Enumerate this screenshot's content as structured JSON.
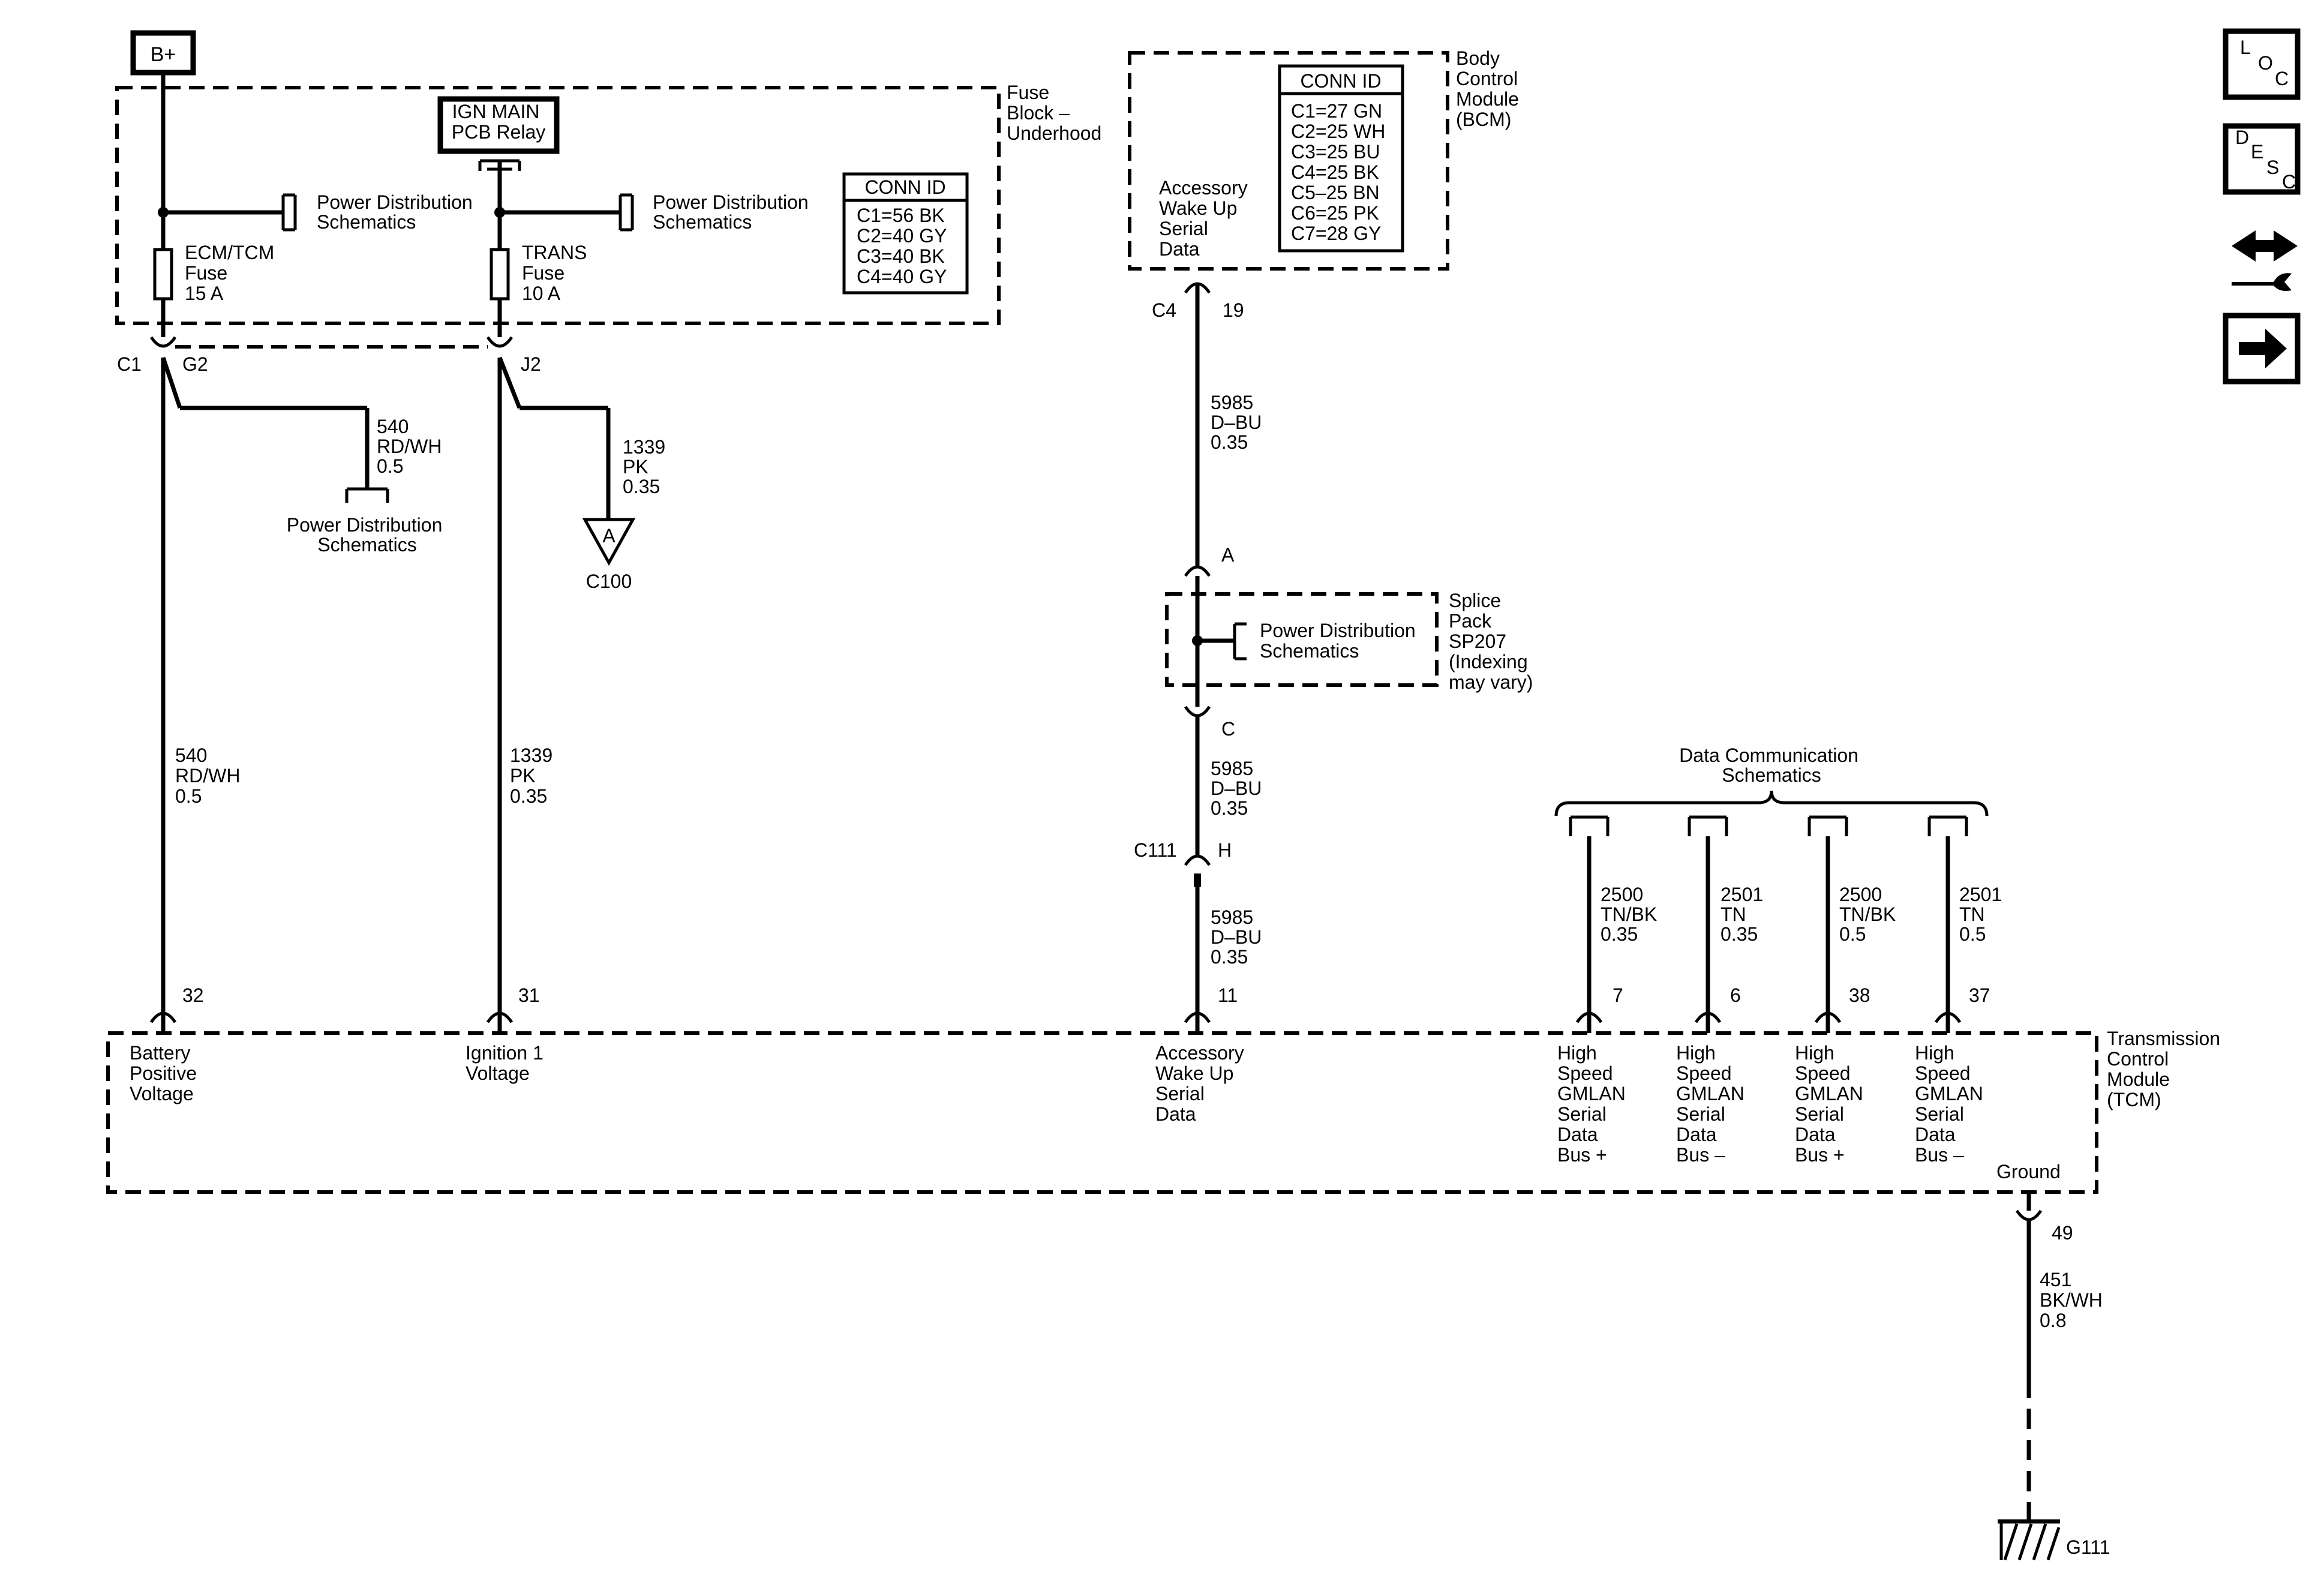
{
  "battery": {
    "label": "B+"
  },
  "fuse_block": {
    "label_lines": [
      "Fuse",
      "Block –",
      "Underhood"
    ],
    "relay_lines": [
      "IGN MAIN",
      "PCB Relay"
    ],
    "pd_left_lines": [
      "Power Distribution",
      "Schematics"
    ],
    "pd_right_lines": [
      "Power Distribution",
      "Schematics"
    ],
    "fuse1_lines": [
      "ECM/TCM",
      "Fuse",
      "15 A"
    ],
    "fuse2_lines": [
      "TRANS",
      "Fuse",
      "10 A"
    ],
    "conn_title": "CONN ID",
    "conn_lines": [
      "C1=56 BK",
      "C2=40 GY",
      "C3=40 BK",
      "C4=40 GY"
    ],
    "pin_c1": "C1",
    "pin_g2": "G2",
    "pin_j2": "J2"
  },
  "bcm": {
    "label_lines": [
      "Body",
      "Control",
      "Module",
      "(BCM)"
    ],
    "conn_title": "CONN ID",
    "conn_lines": [
      "C1=27 GN",
      "C2=25 WH",
      "C3=25 BU",
      "C4=25 BK",
      "C5–25 BN",
      "C6=25 PK",
      "C7=28 GY"
    ],
    "pin_lines": [
      "Accessory",
      "Wake Up",
      "Serial",
      "Data"
    ],
    "connector": "C4",
    "pin": "19"
  },
  "branch_540": {
    "wire_lines": [
      "540",
      "RD/WH",
      "0.5"
    ],
    "pd_lines": [
      "Power Distribution",
      "Schematics"
    ]
  },
  "branch_1339": {
    "wire_lines": [
      "1339",
      "PK",
      "0.35"
    ],
    "connector_letter": "A",
    "connector_name": "C100"
  },
  "wires": {
    "w540_lines": [
      "540",
      "RD/WH",
      "0.5"
    ],
    "w1339_lines": [
      "1339",
      "PK",
      "0.35"
    ],
    "w5985a_lines": [
      "5985",
      "D–BU",
      "0.35"
    ],
    "w5985b_lines": [
      "5985",
      "D–BU",
      "0.35"
    ],
    "w5985c_lines": [
      "5985",
      "D–BU",
      "0.35"
    ],
    "w451_lines": [
      "451",
      "BK/WH",
      "0.8"
    ]
  },
  "splice": {
    "label_lines": [
      "Splice",
      "Pack",
      "SP207",
      "(Indexing",
      "may vary)"
    ],
    "pin_a": "A",
    "pin_c": "C",
    "pd_lines": [
      "Power Distribution",
      "Schematics"
    ]
  },
  "c111": {
    "connector": "C111",
    "pin": "H"
  },
  "data_comm": {
    "title_lines": [
      "Data Communication",
      "Schematics"
    ],
    "wires": [
      {
        "lines": [
          "2500",
          "TN/BK",
          "0.35"
        ],
        "pin": "7"
      },
      {
        "lines": [
          "2501",
          "TN",
          "0.35"
        ],
        "pin": "6"
      },
      {
        "lines": [
          "2500",
          "TN/BK",
          "0.5"
        ],
        "pin": "38"
      },
      {
        "lines": [
          "2501",
          "TN",
          "0.5"
        ],
        "pin": "37"
      }
    ]
  },
  "tcm": {
    "label_lines": [
      "Transmission",
      "Control",
      "Module",
      "(TCM)"
    ],
    "pins": [
      {
        "num": "32",
        "lines": [
          "Battery",
          "Positive",
          "Voltage"
        ]
      },
      {
        "num": "31",
        "lines": [
          "Ignition 1",
          "Voltage"
        ]
      },
      {
        "num": "11",
        "lines": [
          "Accessory",
          "Wake Up",
          "Serial",
          "Data"
        ]
      },
      {
        "num": "7",
        "lines": [
          "High",
          "Speed",
          "GMLAN",
          "Serial",
          "Data",
          "Bus +"
        ]
      },
      {
        "num": "6",
        "lines": [
          "High",
          "Speed",
          "GMLAN",
          "Serial",
          "Data",
          "Bus –"
        ]
      },
      {
        "num": "38",
        "lines": [
          "High",
          "Speed",
          "GMLAN",
          "Serial",
          "Data",
          "Bus +"
        ]
      },
      {
        "num": "37",
        "lines": [
          "High",
          "Speed",
          "GMLAN",
          "Serial",
          "Data",
          "Bus –"
        ]
      }
    ],
    "ground_label": "Ground",
    "ground_pin": "49"
  },
  "ground": {
    "name": "G111"
  },
  "nav": {
    "loc_letters": [
      "L",
      "O",
      "C"
    ],
    "desc_letters": [
      "D",
      "E",
      "S",
      "C"
    ],
    "repair_icon": "repair-arrows-wrench-icon",
    "next_icon": "right-arrow-icon"
  }
}
